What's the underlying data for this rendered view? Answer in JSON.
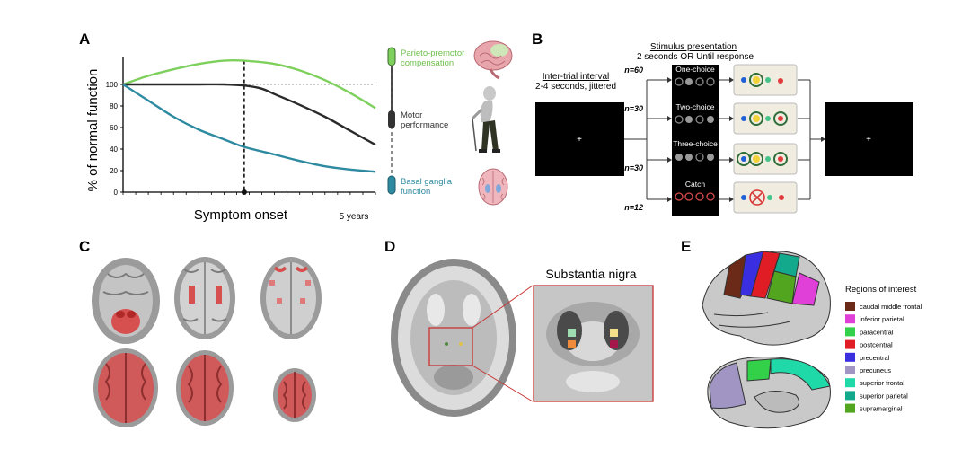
{
  "panels": {
    "a": "A",
    "b": "B",
    "c": "C",
    "d": "D",
    "e": "E"
  },
  "chart_data": {
    "type": "line",
    "ylabel": "% of normal function",
    "xlabel": "Symptom onset",
    "x_end_label": "5 years",
    "yticks": [
      "0",
      "20",
      "40",
      "60",
      "80",
      "100"
    ],
    "ylim": [
      0,
      125
    ],
    "xlim": [
      0,
      10
    ],
    "onset_x": 4.8,
    "reference_y": 100,
    "series": [
      {
        "name": "Parieto-premotor compensation",
        "color": "#7ed05d",
        "x": [
          0,
          1,
          2,
          3,
          4,
          4.8,
          6,
          7,
          8,
          9,
          10
        ],
        "y": [
          100,
          108,
          114,
          119,
          122,
          122,
          119,
          113,
          104,
          92,
          78
        ]
      },
      {
        "name": "Motor performance",
        "color": "#2a2a2a",
        "x": [
          0,
          1,
          2,
          3,
          4,
          4.8,
          5.5,
          6,
          7,
          8,
          9,
          10
        ],
        "y": [
          100,
          100,
          100,
          100,
          100,
          99,
          96,
          91,
          81,
          70,
          57,
          44
        ]
      },
      {
        "name": "Basal ganglia function",
        "color": "#2e8aa0",
        "x": [
          0,
          1,
          2,
          3,
          4,
          4.8,
          6,
          7,
          8,
          9,
          10
        ],
        "y": [
          100,
          85,
          70,
          58,
          49,
          42,
          35,
          29,
          24,
          21,
          19
        ]
      }
    ],
    "legend": [
      {
        "line1": "Parieto-premotor",
        "line2": "compensation",
        "color": "#6cbf4a"
      },
      {
        "line1": "Motor",
        "line2": "performance",
        "color": "#333333"
      },
      {
        "line1": "Basal ganglia",
        "line2": "function",
        "color": "#2e8aa0"
      }
    ]
  },
  "paradigm": {
    "iti_title": "Inter-trial interval",
    "iti_sub": "2-4 seconds, jittered",
    "stim_title": "Stimulus presentation",
    "stim_sub": "2 seconds OR Until response",
    "conditions": [
      {
        "label": "One-choice",
        "n": "n=60"
      },
      {
        "label": "Two-choice",
        "n": "n=30"
      },
      {
        "label": "Three-choice",
        "n": "n=30"
      },
      {
        "label": "Catch",
        "n": "n=12"
      }
    ],
    "fixation": "+"
  },
  "nigra": {
    "title": "Substantia nigra"
  },
  "roi": {
    "title": "Regions of interest",
    "items": [
      {
        "label": "caudal middle frontal",
        "color": "#6b2a17"
      },
      {
        "label": "inferior parietal",
        "color": "#e03fd8"
      },
      {
        "label": "paracentral",
        "color": "#33d14a"
      },
      {
        "label": "postcentral",
        "color": "#e01c24"
      },
      {
        "label": "precentral",
        "color": "#3a2fe0"
      },
      {
        "label": "precuneus",
        "color": "#a195c4"
      },
      {
        "label": "superior frontal",
        "color": "#1fd9a8"
      },
      {
        "label": "superior parietal",
        "color": "#13a98c"
      },
      {
        "label": "supramarginal",
        "color": "#52a61f"
      }
    ]
  }
}
